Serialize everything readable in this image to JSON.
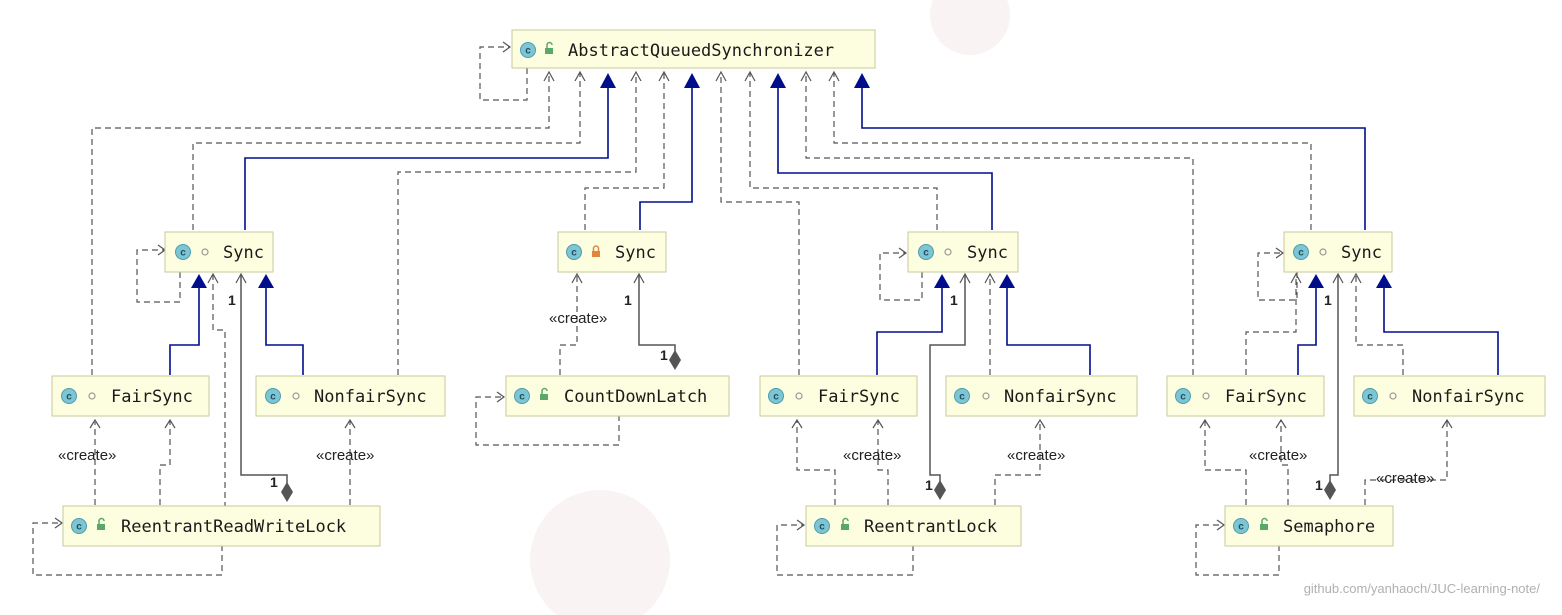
{
  "classes": {
    "aqs": {
      "name": "AbstractQueuedSynchronizer",
      "icon": "class-icon",
      "visibility": "public-unlock-icon"
    },
    "rrwl_sync": {
      "name": "Sync",
      "icon": "abstract-class-icon",
      "visibility": "package-dot-icon"
    },
    "rrwl_fair": {
      "name": "FairSync",
      "icon": "class-icon",
      "visibility": "package-dot-icon"
    },
    "rrwl_nonfair": {
      "name": "NonfairSync",
      "icon": "class-icon",
      "visibility": "package-dot-icon"
    },
    "rrwl": {
      "name": "ReentrantReadWriteLock",
      "icon": "class-icon",
      "visibility": "public-unlock-icon"
    },
    "cdl_sync": {
      "name": "Sync",
      "icon": "class-icon",
      "visibility": "private-lock-icon"
    },
    "cdl": {
      "name": "CountDownLatch",
      "icon": "class-icon",
      "visibility": "public-unlock-icon"
    },
    "rl_sync": {
      "name": "Sync",
      "icon": "abstract-class-icon",
      "visibility": "package-dot-icon"
    },
    "rl_fair": {
      "name": "FairSync",
      "icon": "class-icon",
      "visibility": "package-dot-icon"
    },
    "rl_nonfair": {
      "name": "NonfairSync",
      "icon": "class-icon",
      "visibility": "package-dot-icon"
    },
    "rl": {
      "name": "ReentrantLock",
      "icon": "class-icon",
      "visibility": "public-unlock-icon"
    },
    "sem_sync": {
      "name": "Sync",
      "icon": "abstract-class-icon",
      "visibility": "package-dot-icon"
    },
    "sem_fair": {
      "name": "FairSync",
      "icon": "class-icon",
      "visibility": "package-dot-icon"
    },
    "sem_nonfair": {
      "name": "NonfairSync",
      "icon": "class-icon",
      "visibility": "package-dot-icon"
    },
    "sem": {
      "name": "Semaphore",
      "icon": "class-icon",
      "visibility": "public-unlock-icon"
    }
  },
  "labels": {
    "create": "«create»",
    "one": "1"
  },
  "watermark": "github.com/yanhaoch/JUC-learning-note/",
  "colors": {
    "extends_arrow": "#000e8c",
    "box_fill": "#fdfde0",
    "dependency_line": "#555555"
  }
}
